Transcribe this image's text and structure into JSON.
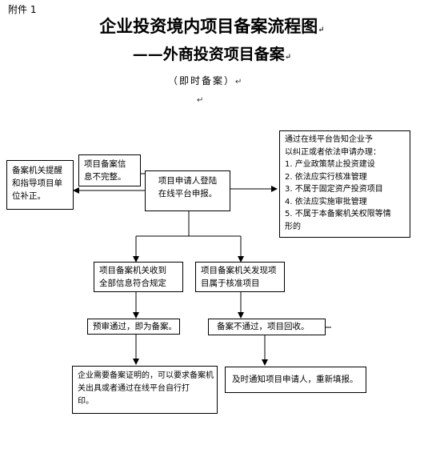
{
  "header": {
    "attachment": "附件 1",
    "title_main": "企业投资境内项目备案流程图",
    "title_sub": "——外商投资项目备案",
    "subtitle": "（即时备案）",
    "para_mark": "↵"
  },
  "nodes": {
    "reminder": [
      "备案机关提醒",
      "和指导项目单",
      "位补正。"
    ],
    "info_incomplete": [
      "项目备案信",
      "息不完整。"
    ],
    "applicant_login": [
      "项目申请人登陆",
      "在线平台申报。"
    ],
    "notice": [
      "通过在线平台告知企业予",
      "以纠正或者依法申请办理：",
      "1. 产业政策禁止投资建设",
      "2. 依法应实行核准管理",
      "3. 不属于固定资产投资项目",
      "4. 依法应实施审批管理",
      "5. 不属于本备案机关权限等情",
      "形的"
    ],
    "received_complete": [
      "项目备案机关收到",
      "全部信息符合规定"
    ],
    "found_approval": [
      "项目备案机关发现项",
      "目属于核准项目"
    ],
    "pre_pass": [
      "预审通过，即为备案。"
    ],
    "not_pass": [
      "备案不通过，项目回收。"
    ],
    "certificate": [
      "企业需要备案证明的，可以要求备案机",
      "关出具或者通过在线平台自行打",
      "印。"
    ],
    "notify_refill": [
      "及时通知项目申请人，重新填报。"
    ]
  }
}
